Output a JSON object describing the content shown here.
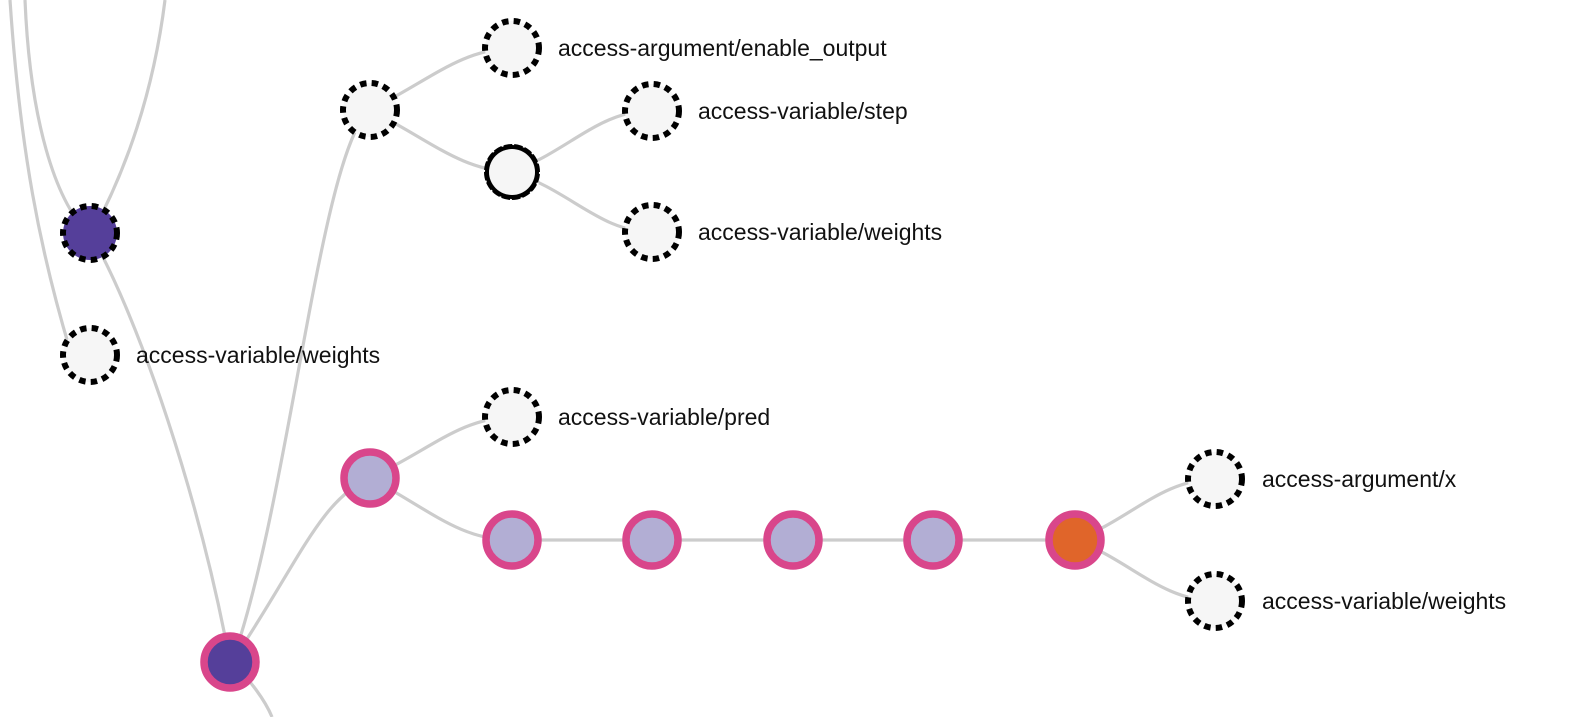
{
  "colors": {
    "edge": "#cccccc",
    "dashed_fill": "#f6f6f6",
    "dashed_stroke": "#000000",
    "highlight_ring": "#d9468b",
    "purple_dark": "#553f9a",
    "lavender": "#b2aed4",
    "orange": "#e0652a"
  },
  "nodes": {
    "enable_output": {
      "label": "access-argument/enable_output"
    },
    "step": {
      "label": "access-variable/step"
    },
    "weights_upper": {
      "label": "access-variable/weights"
    },
    "weights_left": {
      "label": "access-variable/weights"
    },
    "pred": {
      "label": "access-variable/pred"
    },
    "arg_x": {
      "label": "access-argument/x"
    },
    "weights_lower": {
      "label": "access-variable/weights"
    }
  }
}
